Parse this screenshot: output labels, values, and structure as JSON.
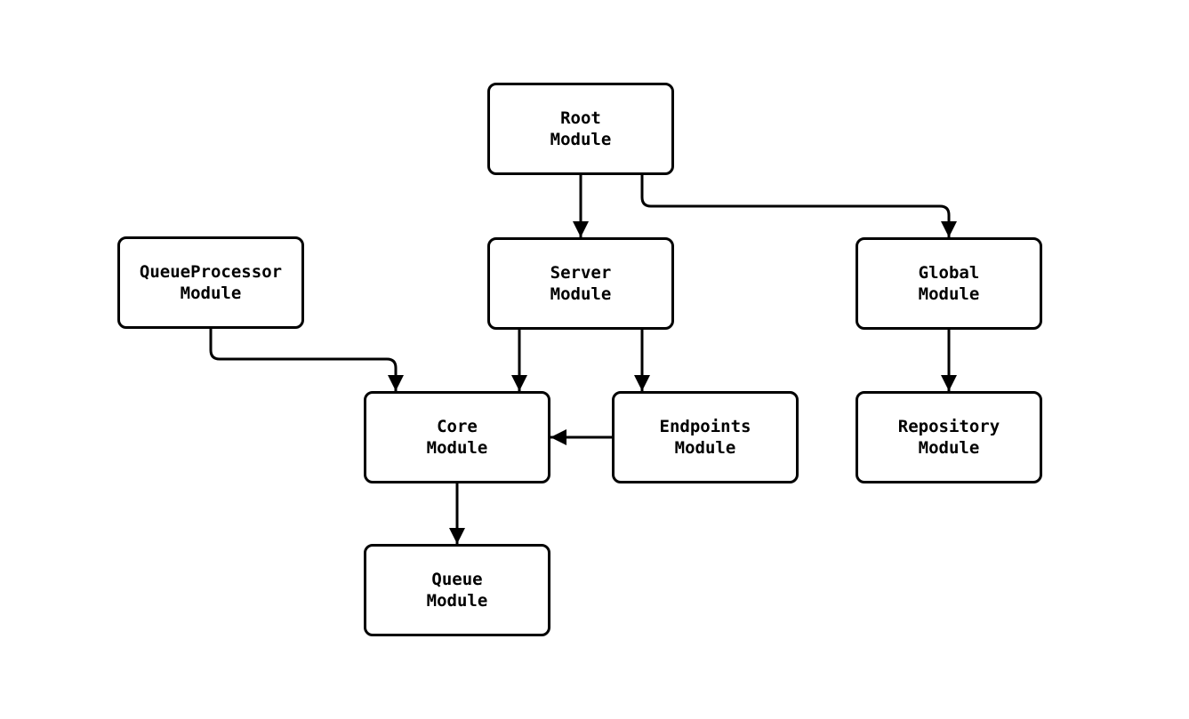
{
  "diagram": {
    "type": "module-dependency-flowchart",
    "nodes": [
      {
        "id": "root",
        "label": "Root\nModule"
      },
      {
        "id": "queueprocessor",
        "label": "QueueProcessor\nModule"
      },
      {
        "id": "server",
        "label": "Server\nModule"
      },
      {
        "id": "global",
        "label": "Global\nModule"
      },
      {
        "id": "core",
        "label": "Core\nModule"
      },
      {
        "id": "endpoints",
        "label": "Endpoints\nModule"
      },
      {
        "id": "repository",
        "label": "Repository\nModule"
      },
      {
        "id": "queue",
        "label": "Queue\nModule"
      }
    ],
    "edges": [
      {
        "from": "Root Module",
        "to": "Server Module"
      },
      {
        "from": "Root Module",
        "to": "Global Module"
      },
      {
        "from": "QueueProcessor Module",
        "to": "Core Module"
      },
      {
        "from": "Server Module",
        "to": "Core Module"
      },
      {
        "from": "Server Module",
        "to": "Endpoints Module"
      },
      {
        "from": "Endpoints Module",
        "to": "Core Module"
      },
      {
        "from": "Global Module",
        "to": "Repository Module"
      },
      {
        "from": "Core Module",
        "to": "Queue Module"
      }
    ],
    "colors": {
      "background": "#ffffff",
      "node_fill": "#ffffff",
      "node_border": "#000000",
      "edge": "#000000",
      "text": "#000000"
    }
  }
}
